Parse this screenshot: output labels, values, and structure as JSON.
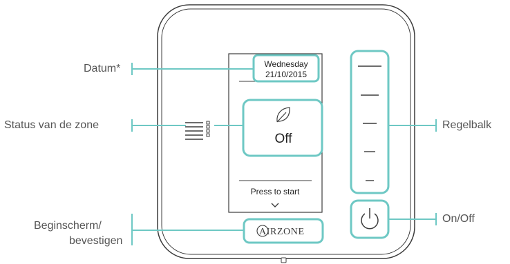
{
  "screen": {
    "day": "Wednesday",
    "date": "21/10/2015",
    "status": "Off",
    "prompt": "Press to start"
  },
  "brand": {
    "logo_text": "AIRZONE"
  },
  "labels": {
    "date": "Datum*",
    "zone_status": "Status van de zone",
    "slider": "Regelbalk",
    "power": "On/Off",
    "home_line1": "Beginscherm/",
    "home_line2": "bevestigen"
  },
  "colors": {
    "accent": "#6ec8c4",
    "outline": "#3c3c3c",
    "text": "#555555"
  }
}
